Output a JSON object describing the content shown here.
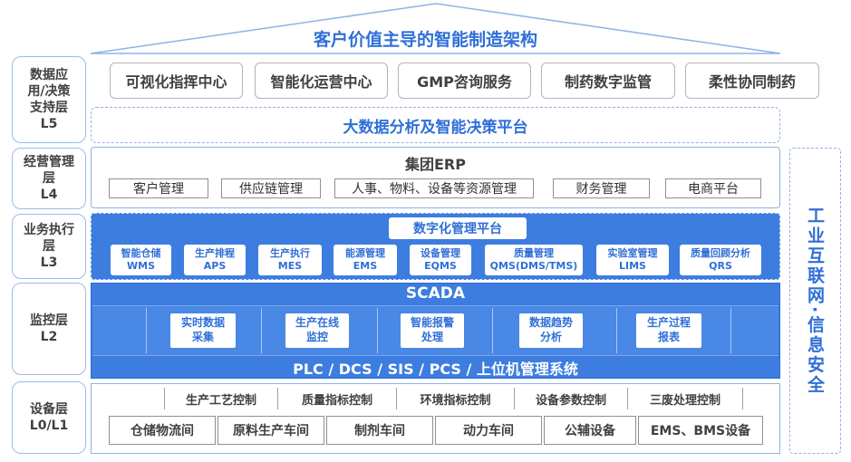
{
  "roof": {
    "title": "客户价值主导的智能制造架构"
  },
  "layers": {
    "l5": "数据应\n用/决策\n支持层\nL5",
    "l4": "经营管理\n层\nL4",
    "l3": "业务执行\n层\nL3",
    "l2": "监控层\nL2",
    "l1": "设备层\nL0/L1"
  },
  "apps": [
    "可视化指挥中心",
    "智能化运营中心",
    "GMP咨询服务",
    "制药数字监管",
    "柔性协同制药"
  ],
  "bigdata": "大数据分析及智能决策平台",
  "erp": {
    "title": "集团ERP",
    "modules": [
      "客户管理",
      "供应链管理",
      "人事、物料、设备等资源管理",
      "财务管理",
      "电商平台"
    ]
  },
  "digital": {
    "title": "数字化管理平台",
    "modules": [
      {
        "name": "智能仓储",
        "code": "WMS"
      },
      {
        "name": "生产排程",
        "code": "APS"
      },
      {
        "name": "生产执行",
        "code": "MES"
      },
      {
        "name": "能源管理",
        "code": "EMS"
      },
      {
        "name": "设备管理",
        "code": "EQMS"
      },
      {
        "name": "质量管理",
        "code": "QMS(DMS/TMS)"
      },
      {
        "name": "实验室管理",
        "code": "LIMS"
      },
      {
        "name": "质量回顾分析",
        "code": "QRS"
      }
    ]
  },
  "scada": {
    "title": "SCADA",
    "modules": [
      {
        "l1": "实时数据",
        "l2": "采集"
      },
      {
        "l1": "生产在线",
        "l2": "监控"
      },
      {
        "l1": "智能报警",
        "l2": "处理"
      },
      {
        "l1": "数据趋势",
        "l2": "分析"
      },
      {
        "l1": "生产过程",
        "l2": "报表"
      }
    ]
  },
  "plc": "PLC / DCS / SIS / PCS / 上位机管理系统",
  "controls": [
    "生产工艺控制",
    "质量指标控制",
    "环境指标控制",
    "设备参数控制",
    "三废处理控制"
  ],
  "devices": [
    "仓储物流间",
    "原料生产车间",
    "制剂车间",
    "动力车间",
    "公辅设备",
    "EMS、BMS设备"
  ],
  "security": "工业互联网·信息安全",
  "colors": {
    "accent": "#2f6fd8",
    "fill": "#3d7de0",
    "border": "#8fb3e6"
  }
}
